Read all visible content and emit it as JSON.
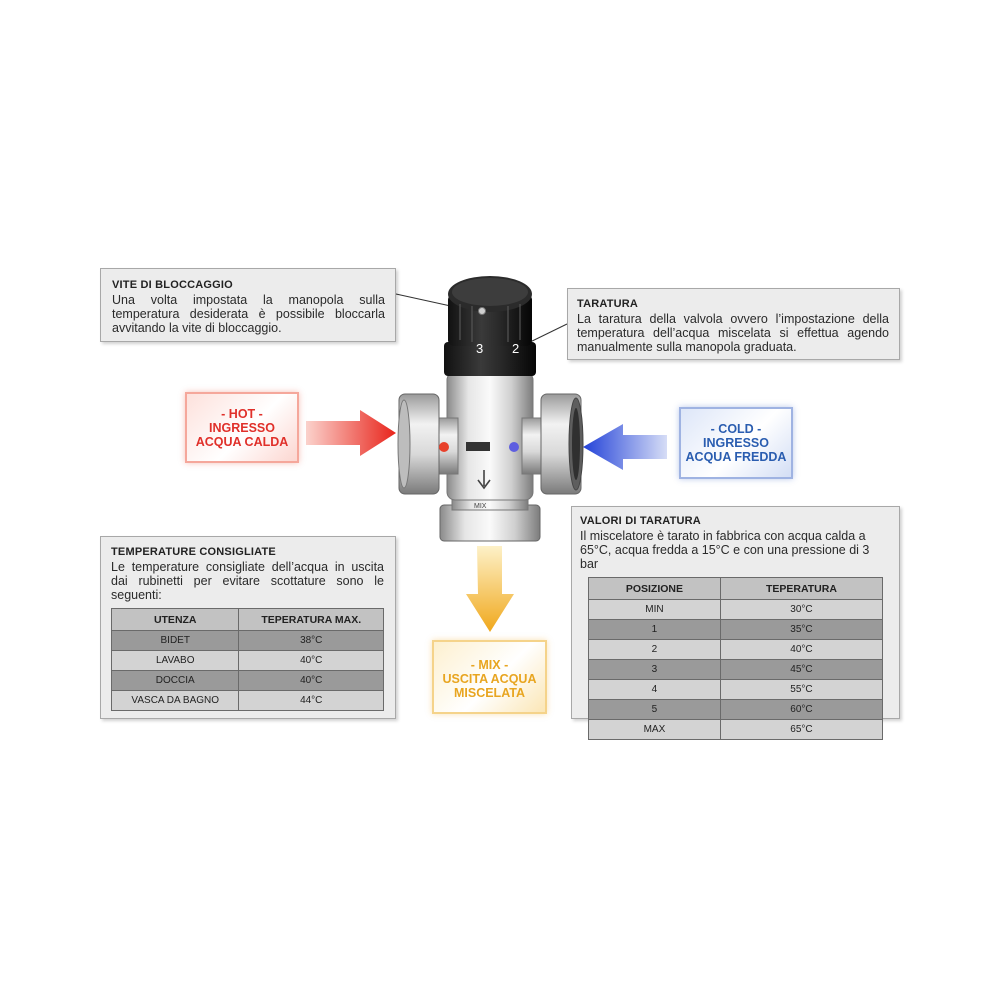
{
  "vite": {
    "title": "VITE DI BLOCCAGGIO",
    "text": "Una volta impostata la manopola sulla temperatura desiderata è possibile bloccarla avvitando la vite di bloccaggio."
  },
  "taratura": {
    "title": "TARATURA",
    "text": "La taratura della valvola ovvero l’impostazione della temperatura dell’acqua miscelata si effettua agendo manualmente sulla manopola graduata."
  },
  "hot": {
    "line1": "- HOT -",
    "line2": "INGRESSO",
    "line3": "ACQUA CALDA",
    "color": "#e0302a"
  },
  "cold": {
    "line1": "- COLD -",
    "line2": "INGRESSO",
    "line3": "ACQUA FREDDA",
    "color": "#2a5db0"
  },
  "mix": {
    "line1": "- MIX -",
    "line2": "USCITA ACQUA",
    "line3": "MISCELATA",
    "color": "#e8a520"
  },
  "valve": {
    "dial_left": "3",
    "dial_right": "2",
    "body_marking": "MIX"
  },
  "temperature": {
    "title": "TEMPERATURE CONSIGLIATE",
    "text": "Le temperature consigliate dell’acqua in uscita dai rubinetti per evitare scottature sono le seguenti:",
    "headers": [
      "UTENZA",
      "TEPERATURA MAX."
    ],
    "rows": [
      [
        "BIDET",
        "38°C"
      ],
      [
        "LAVABO",
        "40°C"
      ],
      [
        "DOCCIA",
        "40°C"
      ],
      [
        "VASCA DA BAGNO",
        "44°C"
      ]
    ]
  },
  "valori": {
    "title": "VALORI DI TARATURA",
    "text": "Il miscelatore è tarato in fabbrica con acqua calda a 65°C, acqua fredda a 15°C e con una pressione di 3 bar",
    "headers": [
      "POSIZIONE",
      "TEPERATURA"
    ],
    "rows": [
      [
        "MIN",
        "30°C"
      ],
      [
        "1",
        "35°C"
      ],
      [
        "2",
        "40°C"
      ],
      [
        "3",
        "45°C"
      ],
      [
        "4",
        "55°C"
      ],
      [
        "5",
        "60°C"
      ],
      [
        "MAX",
        "65°C"
      ]
    ]
  }
}
